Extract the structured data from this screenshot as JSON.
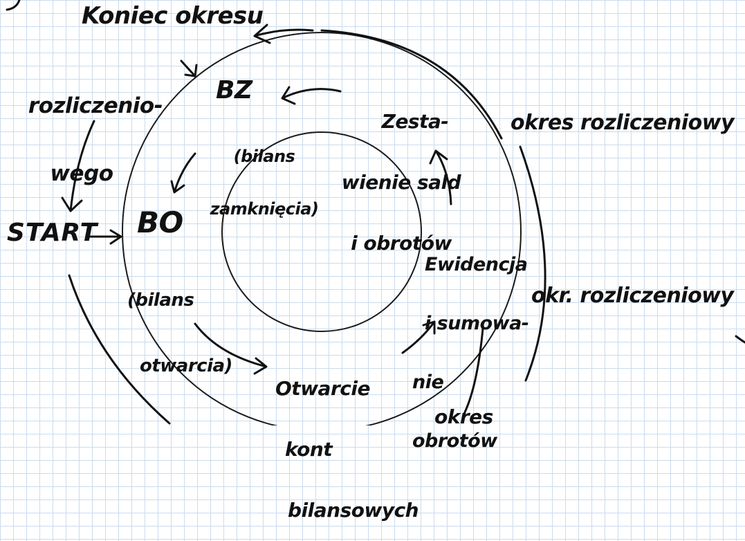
{
  "labels": {
    "end_of_period": "Koniec okresu",
    "settlement_line1": "rozliczenio-",
    "settlement_line2": "wego",
    "start": "START",
    "bz": "BZ",
    "bz_note_line1": "(bilans",
    "bz_note_line2": "zamknięcia)",
    "bo": "BO",
    "bo_note_line1": "(bilans",
    "bo_note_line2": "otwarcia)",
    "summary_line1": "Zesta-",
    "summary_line2": "wienie sald",
    "summary_line3": "i obrotów",
    "records_line1": "Ewidencja",
    "records_line2": "i sumowa-",
    "records_line3": "nie",
    "records_line4": "obrotów",
    "opening_line1": "Otwarcie",
    "opening_line2": "kont",
    "opening_line3": "bilansowych",
    "period_right_1": "okres rozliczeniowy",
    "period_right_2": "okr. rozliczeniowy",
    "period_bottom": "okres"
  },
  "colors": {
    "ink": "#111111",
    "grid": "#c9dcee",
    "paper": "#ffffff"
  }
}
